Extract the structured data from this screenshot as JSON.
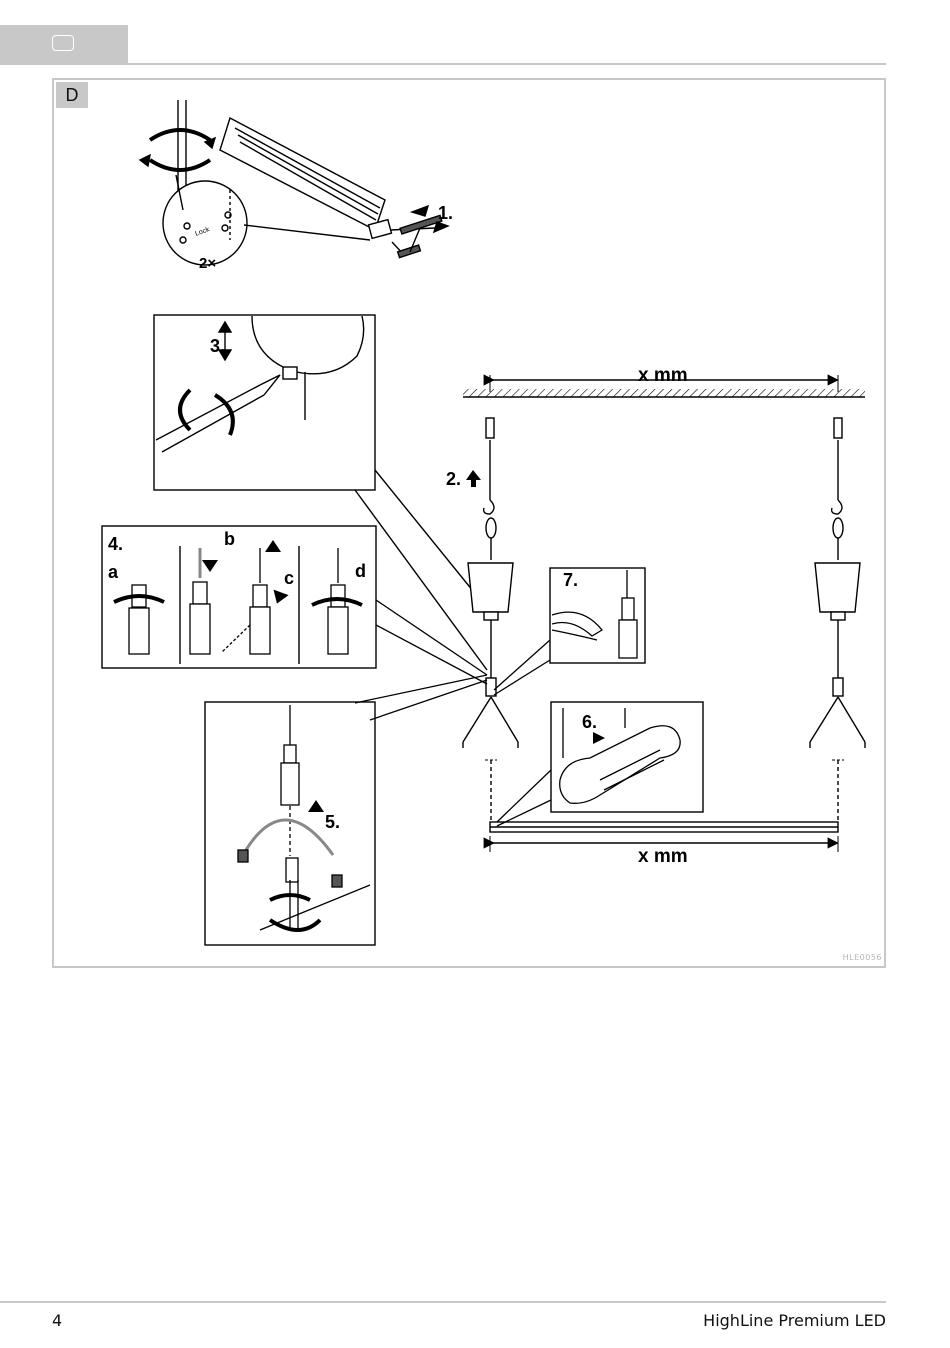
{
  "header": {
    "tab_icon": "rounded-rectangle-icon"
  },
  "section": {
    "label": "D"
  },
  "steps": {
    "s1": "1.",
    "s2": "2.",
    "s3": "3.",
    "s4": "4.",
    "s5": "5.",
    "s6": "6.",
    "s7": "7.",
    "a": "a",
    "b": "b",
    "c": "c",
    "d": "d",
    "twice": "2×",
    "lock": "Lock"
  },
  "dimensions": {
    "top": "x mm",
    "bottom": "x mm"
  },
  "figure_code": "HLE0056",
  "footer": {
    "page_number": "4",
    "product": "HighLine Premium LED"
  }
}
